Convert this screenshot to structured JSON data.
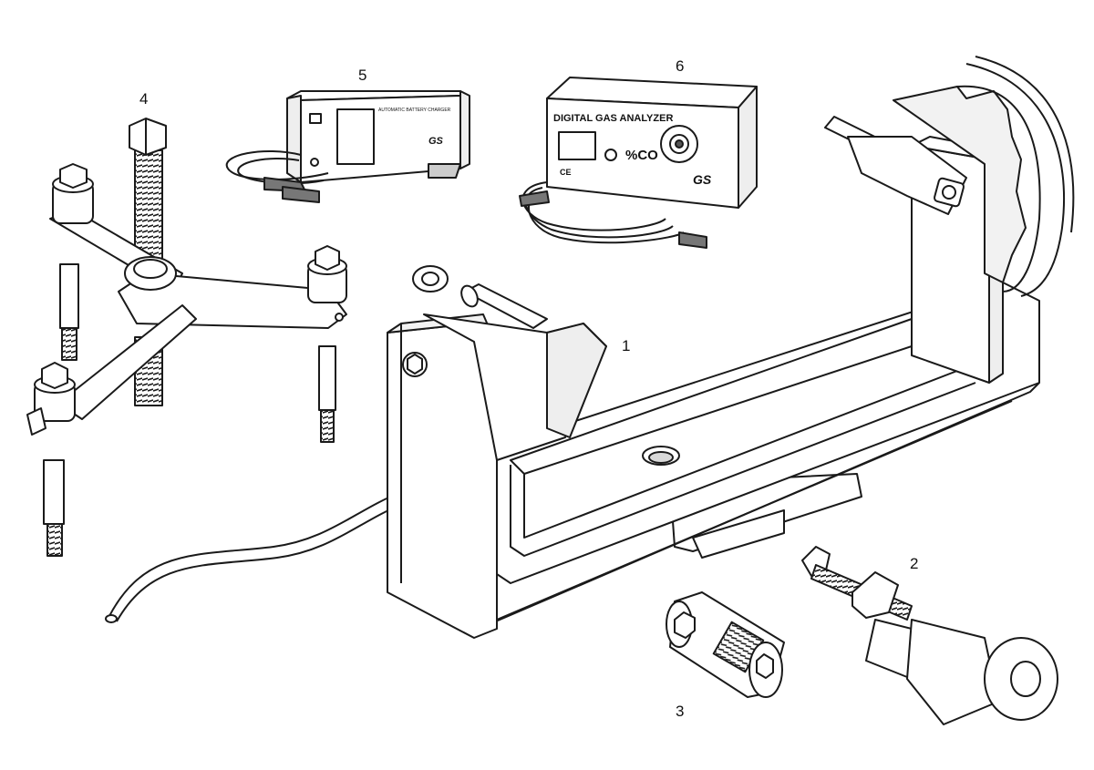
{
  "callouts": {
    "c1": "1",
    "c2": "2",
    "c3": "3",
    "c4": "4",
    "c5": "5",
    "c6": "6"
  },
  "charger": {
    "title": "AUTOMATIC BATTERY CHARGER",
    "brand": "GS"
  },
  "analyzer": {
    "title": "DIGITAL GAS ANALYZER",
    "reading_unit": "%CO",
    "brand": "GS",
    "ce_mark": "CE"
  },
  "colors": {
    "line": "#1a1a1a",
    "fill": "#ffffff",
    "shade": "#d9d9d9",
    "dark": "#555555"
  }
}
